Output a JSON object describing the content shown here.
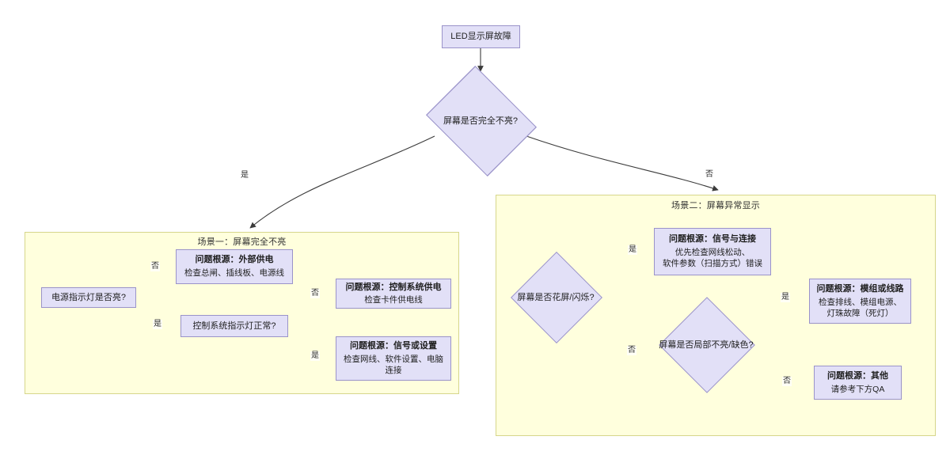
{
  "diagram": {
    "type": "flowchart",
    "title_node": "LED显示屏故障",
    "root_decision": "屏幕是否完全不亮?",
    "branch_labels": {
      "yes": "是",
      "no": "否"
    },
    "colors": {
      "node_fill": "#e2e0f7",
      "node_border": "#9a93c9",
      "container_fill": "#ffffdd",
      "container_border": "#d6d68b",
      "edge": "#3b3b3b",
      "text": "#1f1f1f"
    },
    "containers": [
      {
        "id": "scenario-one",
        "title": "场景一：屏幕完全不亮"
      },
      {
        "id": "scenario-two",
        "title": "场景二：屏幕异常显示"
      }
    ],
    "scenario_one": {
      "decision_power_led": "电源指示灯是否亮?",
      "decision_control_led": "控制系统指示灯正常?",
      "outcome_external_power": {
        "title": "问题根源：外部供电",
        "desc": "检查总闸、插线板、电源线"
      },
      "outcome_control_power": {
        "title": "问题根源：控制系统供电",
        "desc": "检查卡件供电线"
      },
      "outcome_signal_setting": {
        "title": "问题根源：信号或设置",
        "desc": "检查网线、软件设置、电脑\n连接"
      },
      "edges": [
        {
          "from": "decision_power_led",
          "to": "outcome_external_power",
          "label": "否"
        },
        {
          "from": "decision_power_led",
          "to": "decision_control_led",
          "label": "是"
        },
        {
          "from": "decision_control_led",
          "to": "outcome_control_power",
          "label": "否"
        },
        {
          "from": "decision_control_led",
          "to": "outcome_signal_setting",
          "label": "是"
        }
      ]
    },
    "scenario_two": {
      "decision_flicker": "屏幕是否花屏/闪烁?",
      "decision_partial": "屏幕是否局部不亮/缺色?",
      "outcome_signal_connection": {
        "title": "问题根源：信号与连接",
        "desc": "优先检查网线松动、\n软件参数（扫描方式）错误"
      },
      "outcome_module_circuit": {
        "title": "问题根源：模组或线路",
        "desc": "检查排线、模组电源、\n灯珠故障（死灯）"
      },
      "outcome_other": {
        "title": "问题根源：其他",
        "desc": "请参考下方QA"
      },
      "edges": [
        {
          "from": "decision_flicker",
          "to": "outcome_signal_connection",
          "label": "是"
        },
        {
          "from": "decision_flicker",
          "to": "decision_partial",
          "label": "否"
        },
        {
          "from": "decision_partial",
          "to": "outcome_module_circuit",
          "label": "是"
        },
        {
          "from": "decision_partial",
          "to": "outcome_other",
          "label": "否"
        }
      ]
    },
    "edge_labels": {
      "root_yes": "是",
      "root_no": "否",
      "s1_power_no": "否",
      "s1_power_yes": "是",
      "s1_ctrl_no": "否",
      "s1_ctrl_yes": "是",
      "s2_flicker_yes": "是",
      "s2_flicker_no": "否",
      "s2_partial_yes": "是",
      "s2_partial_no": "否"
    }
  }
}
